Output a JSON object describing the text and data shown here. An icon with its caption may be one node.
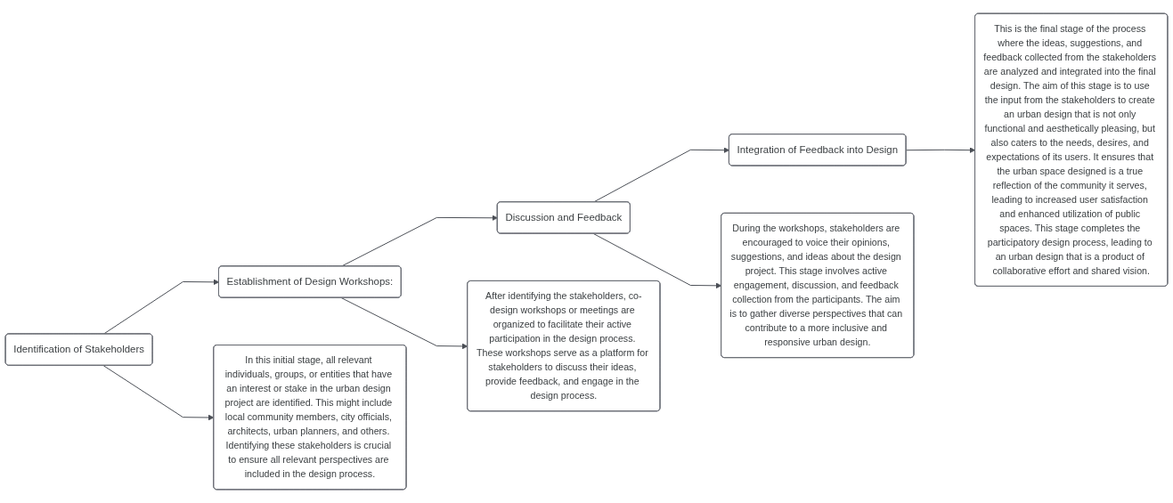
{
  "diagram": {
    "nodes": [
      {
        "text": [
          "Identification of Stakeholders"
        ]
      },
      {
        "text": [
          "Establishment of Design Workshops:"
        ]
      },
      {
        "text": [
          "Discussion and Feedback"
        ]
      },
      {
        "text": [
          "Integration of Feedback into Design"
        ]
      },
      {
        "text": [
          "In this initial stage, all relevant individuals, groups, or entities that have an interest or stake in the urban design project are identified. This might include local community members, city officials, architects, urban planners, and others. Identifying these stakeholders is crucial to ensure all relevant perspectives are included in the design process."
        ]
      },
      {
        "text": [
          "After identifying the stakeholders, co-design workshops or meetings are organized to facilitate their active participation in the design process. These workshops serve as a platform for stakeholders to discuss their ideas, provide feedback, and engage in the design process."
        ]
      },
      {
        "text": [
          "During the workshops, stakeholders are encouraged to voice their opinions, suggestions, and ideas about the design project. This stage involves active engagement, discussion, and feedback collection from the participants. The aim is to gather diverse perspectives that can contribute to a more inclusive and responsive urban design."
        ]
      },
      {
        "text": [
          "This is the final stage of the process where the ideas, suggestions, and feedback collected from the stakeholders are analyzed and integrated into the final design. The aim of this stage is to use the input from the stakeholders to create an urban design that is not only functional and aesthetically pleasing, but also caters to the needs, desires, and expectations of its users. It ensures that the urban space designed is a true reflection of the community it serves, leading to increased user satisfaction and enhanced utilization of public spaces. This stage completes the participatory design process, leading to an urban design that is a product of collaborative effort and shared vision."
        ]
      }
    ],
    "edges": [
      {
        "from": 0,
        "to": 1,
        "arrow": "to"
      },
      {
        "from": 1,
        "to": 2,
        "arrow": "to"
      },
      {
        "from": 2,
        "to": 3,
        "arrow": "to"
      },
      {
        "from": 0,
        "to": 4,
        "arrow": "to"
      },
      {
        "from": 1,
        "to": 5,
        "arrow": "to"
      },
      {
        "from": 2,
        "to": 6,
        "arrow": "to"
      },
      {
        "from": 3,
        "to": 7,
        "arrow": "to"
      }
    ]
  }
}
